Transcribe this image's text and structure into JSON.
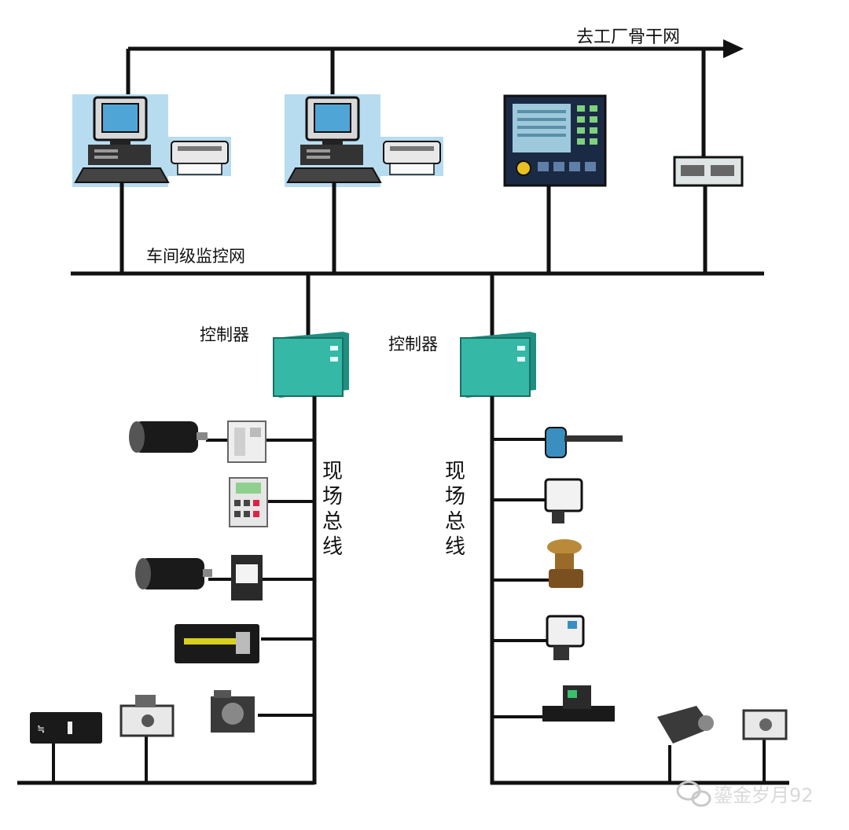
{
  "labels": {
    "backbone": "去工厂骨干网",
    "workshop_net": "车间级监控网",
    "controller_left": "控制器",
    "controller_right": "控制器",
    "fieldbus_left": [
      "现",
      "场",
      "总",
      "线"
    ],
    "fieldbus_right": [
      "现",
      "场",
      "总",
      "线"
    ]
  },
  "watermark": {
    "text": "鎏金岁月92"
  },
  "colors": {
    "line": "#111111",
    "workstation_bg": "#b8dcef",
    "monitor_screen": "#4fa6d6",
    "controller_face": "#35b8a6",
    "controller_side": "#1f8f80",
    "hmi_frame": "#1b2a44",
    "hmi_screen": "#9ec9dc"
  }
}
